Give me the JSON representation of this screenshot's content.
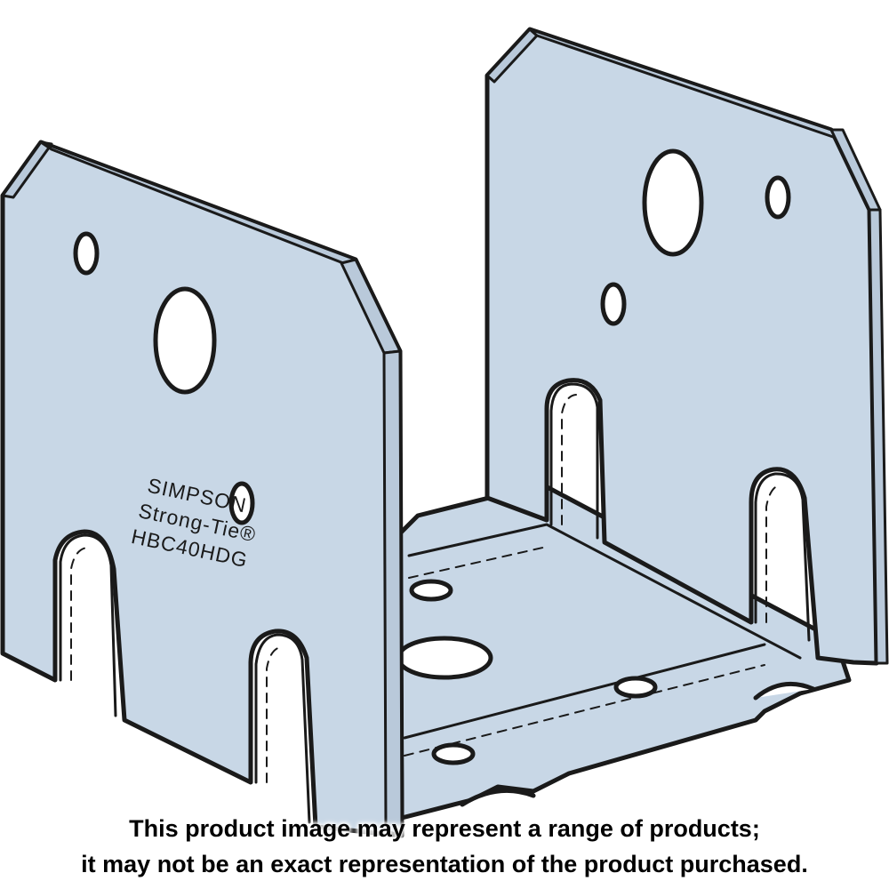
{
  "product_image": {
    "name": "Post base bracket illustration",
    "stamp_lines": [
      "SIMPSON",
      "Strong-Tie®",
      "HBC40HDG"
    ],
    "colors": {
      "metal": "#c8d7e6",
      "metal_shade": "#b9c9da",
      "outline": "#1a1a1a",
      "background": "#ffffff"
    }
  },
  "disclaimer": {
    "line1": "This product image may represent a range of products;",
    "line2": "it may not be an exact representation of the product purchased."
  }
}
